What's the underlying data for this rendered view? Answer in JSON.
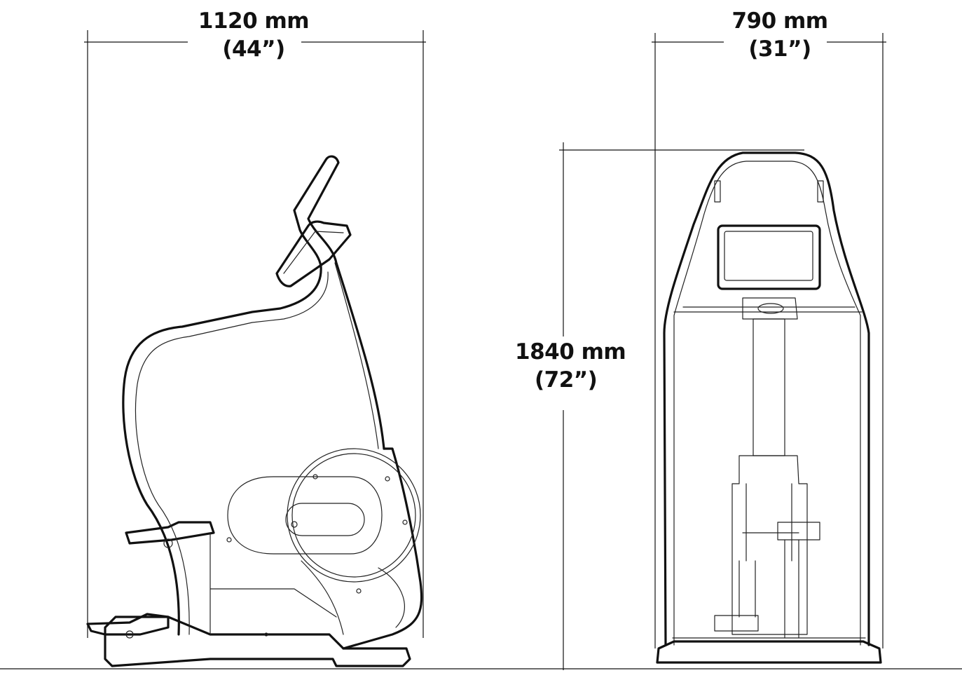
{
  "dimensions": {
    "depth": {
      "metric": "1120 mm",
      "imperial": "(44”)"
    },
    "width": {
      "metric": "790 mm",
      "imperial": "(31”)"
    },
    "height": {
      "metric": "1840 mm",
      "imperial": "(72”)"
    }
  },
  "colors": {
    "line": "#111111",
    "background": "#ffffff"
  }
}
